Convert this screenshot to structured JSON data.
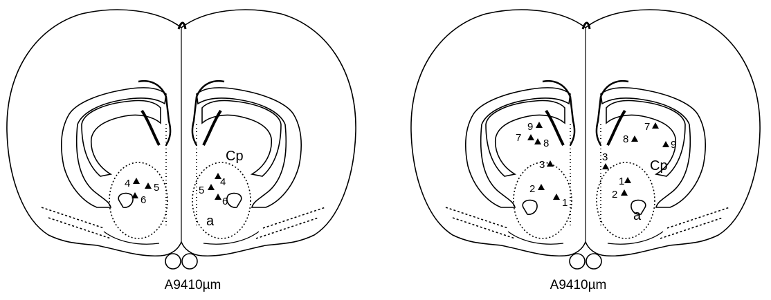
{
  "panels": [
    {
      "id": "left",
      "caption": "A9410µm",
      "region_labels": [
        "Cp",
        "a"
      ],
      "markers": [
        {
          "label": "4",
          "side": "left"
        },
        {
          "label": "5",
          "side": "left"
        },
        {
          "label": "6",
          "side": "left"
        },
        {
          "label": "4",
          "side": "right"
        },
        {
          "label": "5",
          "side": "right"
        },
        {
          "label": "6",
          "side": "right"
        }
      ]
    },
    {
      "id": "right",
      "caption": "A9410µm",
      "region_labels": [
        "Cp",
        "a"
      ],
      "markers": [
        {
          "label": "9",
          "side": "left"
        },
        {
          "label": "7",
          "side": "left"
        },
        {
          "label": "8",
          "side": "left"
        },
        {
          "label": "3",
          "side": "left"
        },
        {
          "label": "2",
          "side": "left"
        },
        {
          "label": "1",
          "side": "left"
        },
        {
          "label": "7",
          "side": "right"
        },
        {
          "label": "8",
          "side": "right"
        },
        {
          "label": "9",
          "side": "right"
        },
        {
          "label": "3",
          "side": "right"
        },
        {
          "label": "1",
          "side": "right"
        },
        {
          "label": "2",
          "side": "right"
        }
      ]
    }
  ],
  "colors": {
    "ink": "#000000",
    "background": "#ffffff"
  }
}
